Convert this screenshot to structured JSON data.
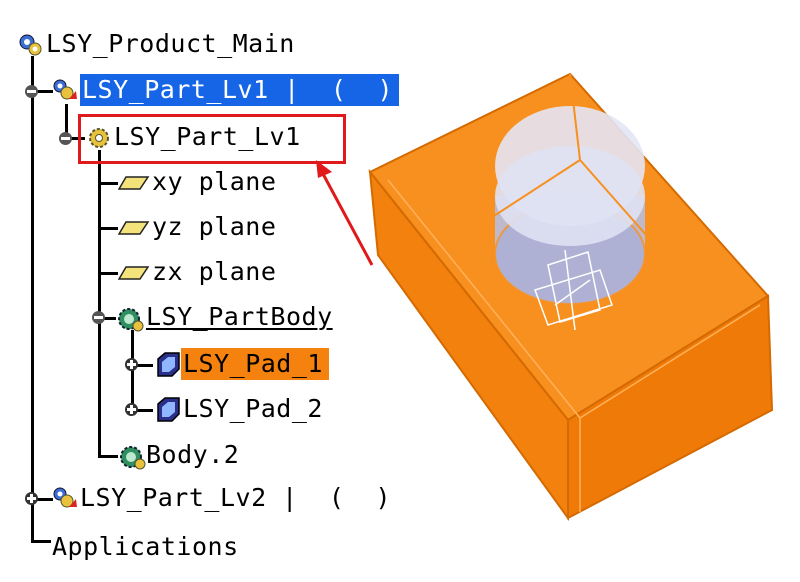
{
  "tree": {
    "root": {
      "label": "LSY_Product_Main",
      "icon": "product-icon"
    },
    "part_lv1_instance": {
      "label": "LSY_Part_Lv1 |  (  )",
      "icon": "part-instance-icon",
      "selected": true,
      "selection_color": "#1565e6"
    },
    "part_lv1": {
      "label": "LSY_Part_Lv1",
      "icon": "part-gear-icon"
    },
    "planes": [
      {
        "label": "xy plane",
        "icon": "plane-icon"
      },
      {
        "label": "yz plane",
        "icon": "plane-icon"
      },
      {
        "label": "zx plane",
        "icon": "plane-icon"
      }
    ],
    "part_body": {
      "label": "LSY_PartBody",
      "icon": "part-body-icon"
    },
    "pad1": {
      "label": "LSY_Pad_1",
      "icon": "pad-icon",
      "highlight_color": "#f5820f"
    },
    "pad2": {
      "label": "LSY_Pad_2",
      "icon": "pad-icon"
    },
    "body2": {
      "label": "Body.2",
      "icon": "body-icon"
    },
    "part_lv2_instance": {
      "label": "LSY_Part_Lv2 |  (  )",
      "icon": "part-instance-icon"
    },
    "applications": {
      "label": "Applications"
    }
  },
  "annotation": {
    "box_color": "#e0191b",
    "arrow_color": "#e0191b"
  },
  "model": {
    "block_color": "#f5820f",
    "cylinder_color": "#c9cde6"
  }
}
